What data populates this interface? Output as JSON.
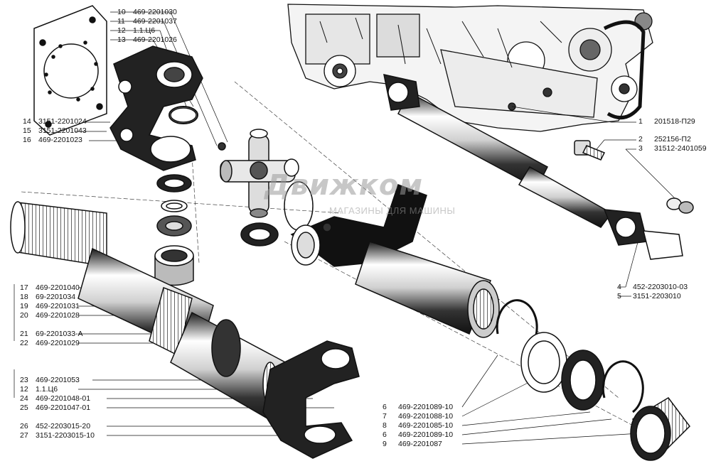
{
  "watermark": {
    "brand": "Движком",
    "tagline": "МАГАЗИНЫ ДЛЯ МАШИНЫ"
  },
  "callouts": [
    {
      "num": "10",
      "part": "469-2201030"
    },
    {
      "num": "11",
      "part": "469-2201037"
    },
    {
      "num": "12",
      "part": "1.1.Ц6"
    },
    {
      "num": "13",
      "part": "469-2201026"
    },
    {
      "num": "14",
      "part": "3151-2201024"
    },
    {
      "num": "15",
      "part": "3151-2201043"
    },
    {
      "num": "16",
      "part": "469-2201023"
    },
    {
      "num": "1",
      "part": "201518-П29"
    },
    {
      "num": "2",
      "part": "252156-П2"
    },
    {
      "num": "3",
      "part": "31512-2401059"
    },
    {
      "num": "4",
      "part": "452-2203010-03"
    },
    {
      "num": "5",
      "part": "3151-2203010"
    },
    {
      "num": "17",
      "part": "469-2201040"
    },
    {
      "num": "18",
      "part": "69-2201034"
    },
    {
      "num": "19",
      "part": "469-2201031"
    },
    {
      "num": "20",
      "part": "469-2201028"
    },
    {
      "num": "21",
      "part": "69-2201033-А"
    },
    {
      "num": "22",
      "part": "469-2201029"
    },
    {
      "num": "23",
      "part": "469-2201053"
    },
    {
      "num": "12",
      "part": "1.1.Ц6"
    },
    {
      "num": "24",
      "part": "469-2201048-01"
    },
    {
      "num": "25",
      "part": "469-2201047-01"
    },
    {
      "num": "26",
      "part": "452-2203015-20"
    },
    {
      "num": "27",
      "part": "3151-2203015-10"
    },
    {
      "num": "6",
      "part": "469-2201089-10"
    },
    {
      "num": "7",
      "part": "469-2201088-10"
    },
    {
      "num": "8",
      "part": "469-2201085-10"
    },
    {
      "num": "6",
      "part": "469-2201089-10"
    },
    {
      "num": "9",
      "part": "469-2201087"
    }
  ]
}
